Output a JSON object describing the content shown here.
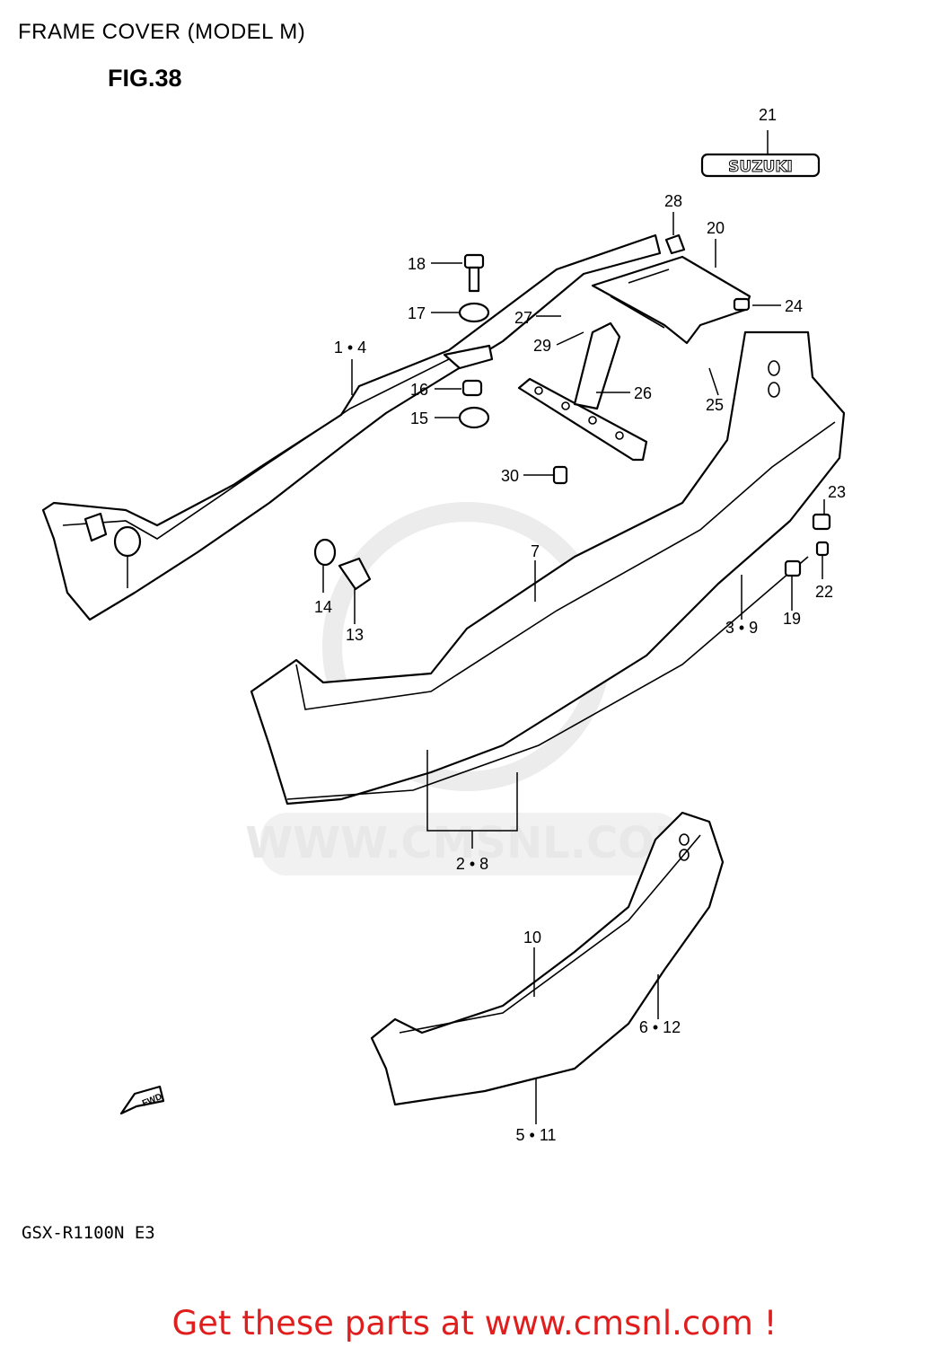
{
  "page_title": "FRAME COVER (MODEL M)",
  "figure_label": "FIG.38",
  "model_code": "GSX-R1100N E3",
  "footer_cta": "Get these parts at www.cmsnl.com !",
  "emblem_text": "SUZUKI",
  "fwd_arrow_text": "FWD",
  "watermark_text": "WWW.CMSNL.COM",
  "colors": {
    "line": "#000000",
    "footer": "#e01e1e",
    "watermark": "#e8e8e8"
  },
  "callouts": {
    "c21": "21",
    "c28": "28",
    "c20": "20",
    "c18": "18",
    "c17": "17",
    "c27": "27",
    "c24": "24",
    "c29": "29",
    "c1_4": "1 • 4",
    "c16": "16",
    "c26": "26",
    "c25": "25",
    "c15": "15",
    "c30": "30",
    "c23": "23",
    "c7": "7",
    "c14": "14",
    "c22": "22",
    "c13": "13",
    "c3_9": "3 • 9",
    "c19": "19",
    "c2_8": "2 • 8",
    "c10": "10",
    "c6_12": "6 • 12",
    "c5_11": "5 • 11"
  }
}
